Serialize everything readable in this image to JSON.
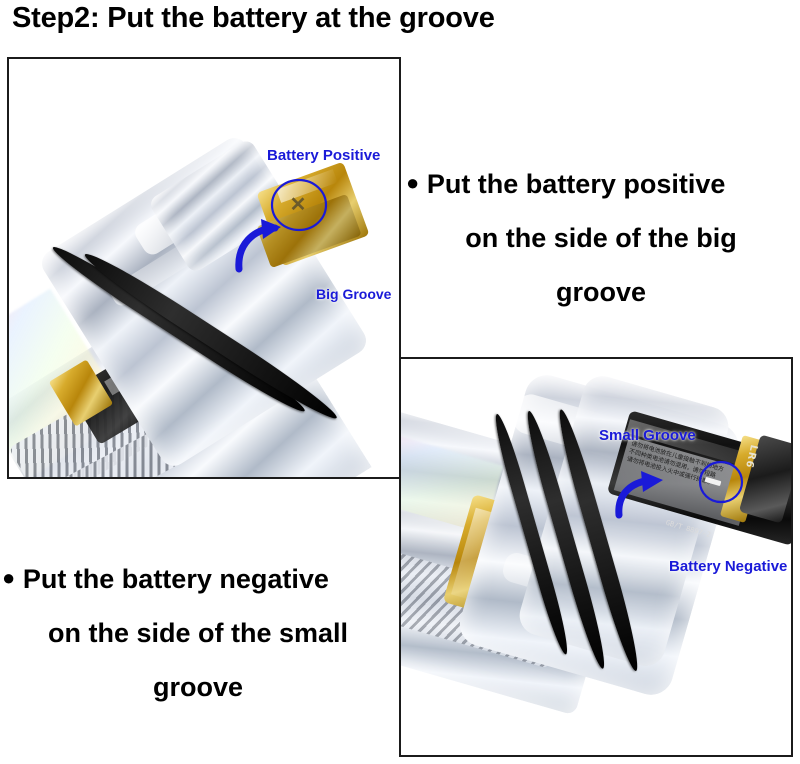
{
  "title": "Step2: Put the battery at the groove",
  "colors": {
    "annotation_blue": "#1a1ad8",
    "text_black": "#000000",
    "frame_border": "#1b1b1b",
    "background": "#ffffff",
    "gold_terminal": "#b8860b",
    "oring_black": "#0c0c0c"
  },
  "photos": {
    "top_left": {
      "caption_alt": "Transparent flashlight tail cap with gold battery positive terminal inserted next to the big black o-ring groove",
      "annotations": [
        {
          "label": "Battery Positive",
          "kind": "callout-text"
        },
        {
          "label": "Big Groove",
          "kind": "callout-text"
        },
        {
          "label": "+",
          "kind": "terminal-marker"
        }
      ]
    },
    "bottom_right": {
      "caption_alt": "Transparent flashlight body with black battery negative end resting beside the small black o-ring groove",
      "annotations": [
        {
          "label": "Small Groove",
          "kind": "callout-text"
        },
        {
          "label": "Battery Negative",
          "kind": "callout-text"
        },
        {
          "label": "−",
          "kind": "terminal-marker"
        }
      ]
    }
  },
  "bullets": {
    "positive": {
      "marker": "●",
      "lines": [
        "Put the battery positive",
        "on  the side of the big",
        "groove"
      ]
    },
    "negative": {
      "marker": "●",
      "lines": [
        "Put the battery negative",
        "on the side of the small",
        "groove"
      ]
    }
  }
}
